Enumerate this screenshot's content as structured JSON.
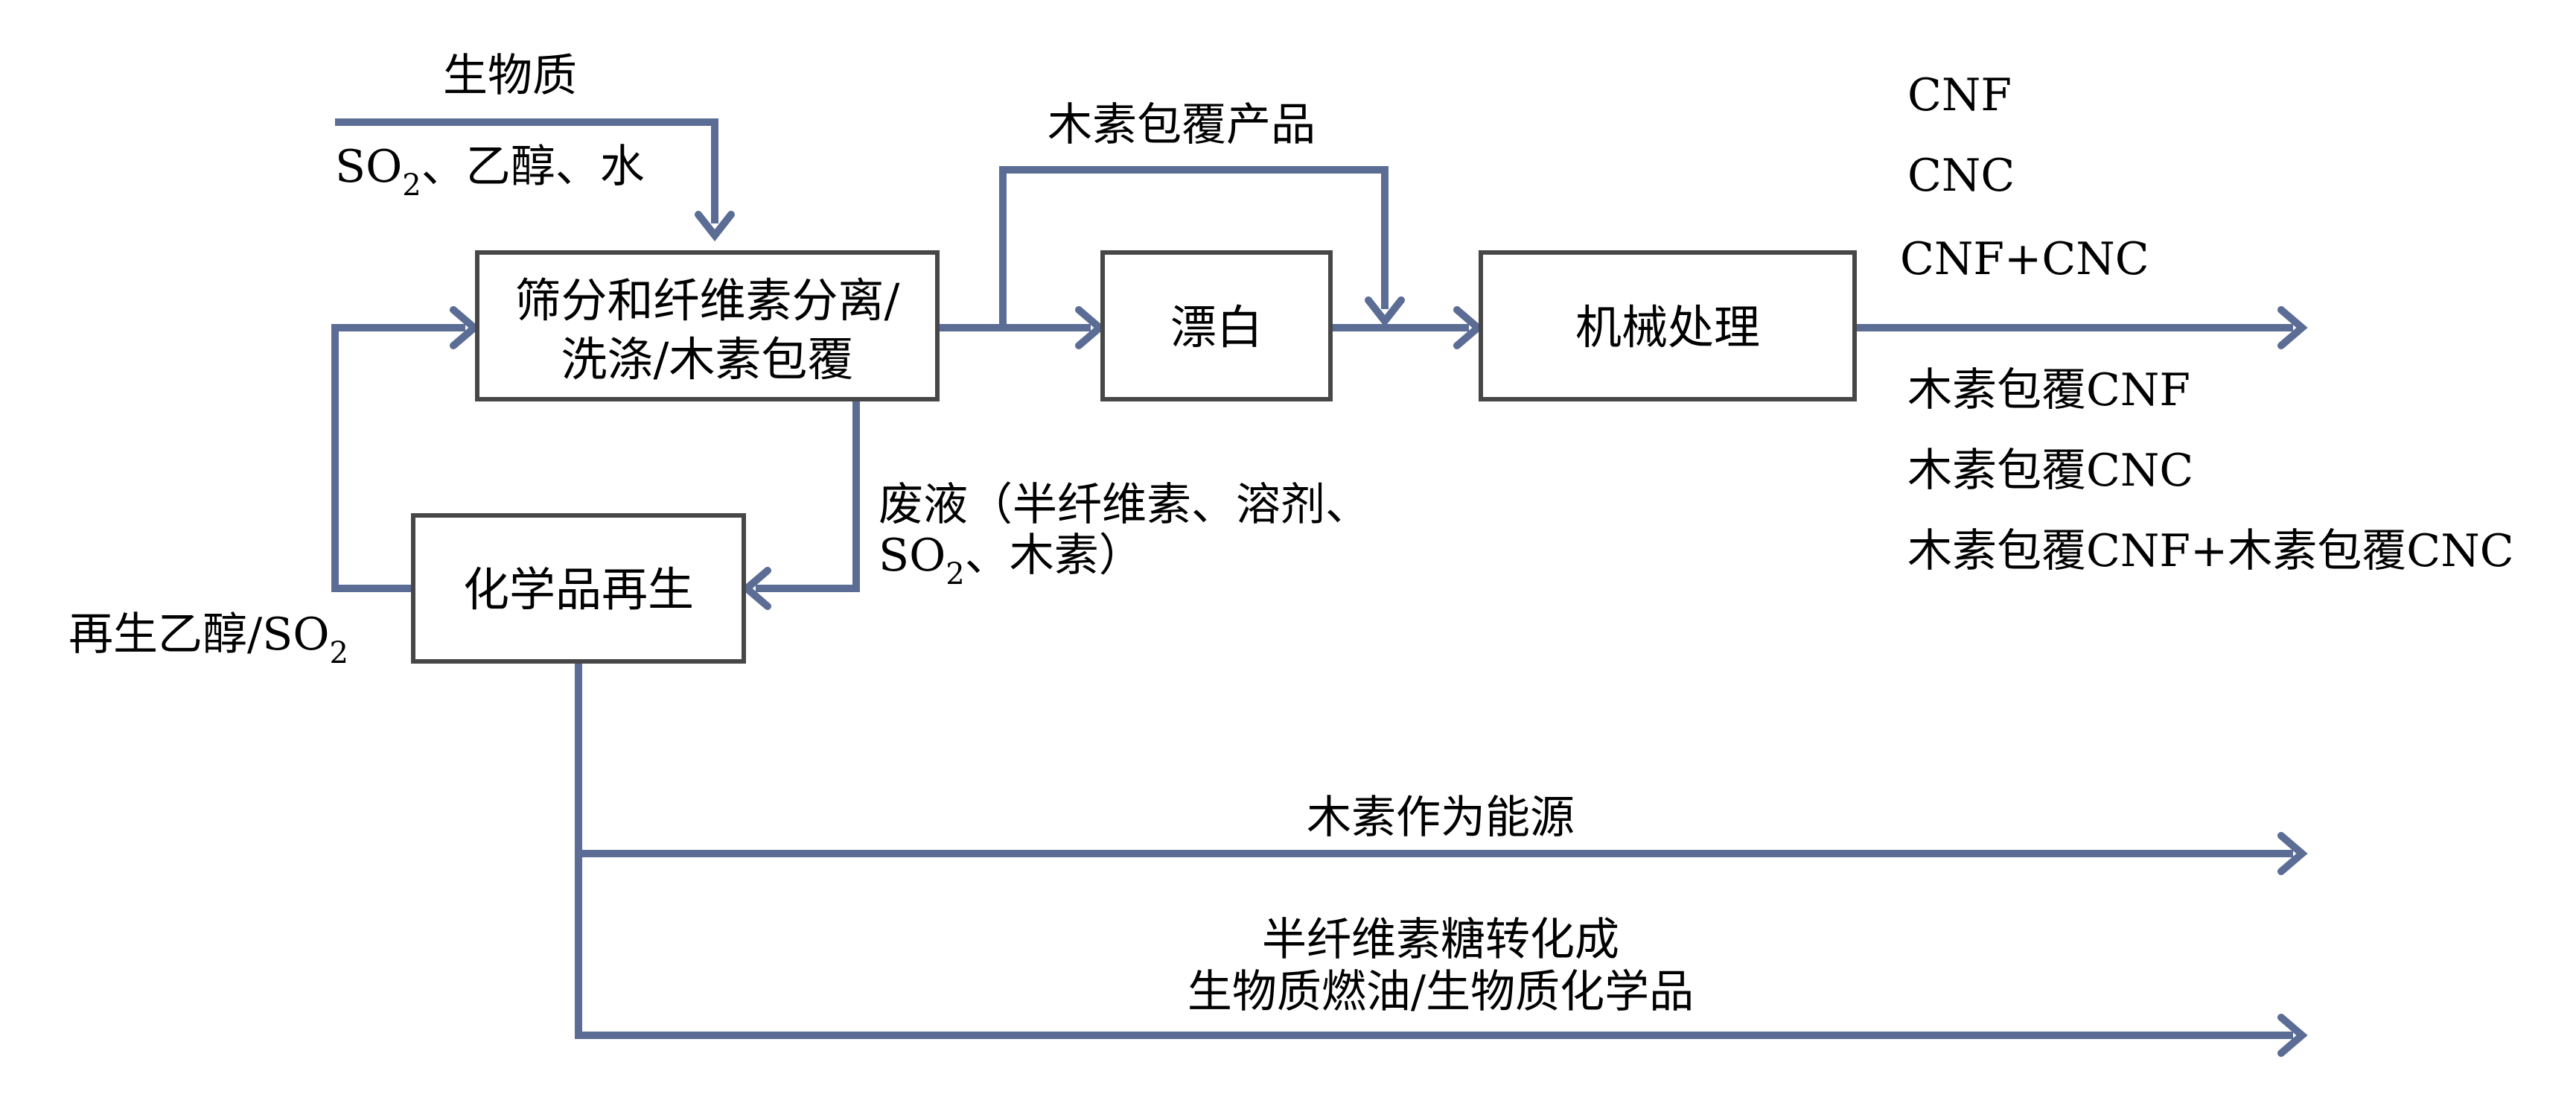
{
  "inputs": {
    "biomass": "生物质",
    "reagents_pre": "SO",
    "reagents_sub": "2",
    "reagents_post": "、乙醇、水"
  },
  "boxes": {
    "separation_line1": "筛分和纤维素分离/",
    "separation_line2": "洗涤/木素包覆",
    "bleaching": "漂白",
    "mechanical": "机械处理",
    "regeneration": "化学品再生"
  },
  "flows": {
    "lignin_coated_product": "木素包覆产品",
    "waste_liquor_line1": "废液（半纤维素、溶剂、",
    "waste_liquor_line2_pre": "SO",
    "waste_liquor_line2_sub": "2",
    "waste_liquor_line2_post": "、木素）",
    "recycled_pre": "再生乙醇/SO",
    "recycled_sub": "2",
    "lignin_energy": "木素作为能源",
    "hemi_line1": "半纤维素糖转化成",
    "hemi_line2": "生物质燃油/生物质化学品"
  },
  "products": [
    "CNF",
    "CNC",
    "CNF+CNC",
    "木素包覆CNF",
    "木素包覆CNC",
    "木素包覆CNF+木素包覆CNC"
  ],
  "colors": {
    "arrow": "#5b6d95",
    "box_border": "#474747",
    "text": "#000000",
    "background": "#ffffff"
  }
}
